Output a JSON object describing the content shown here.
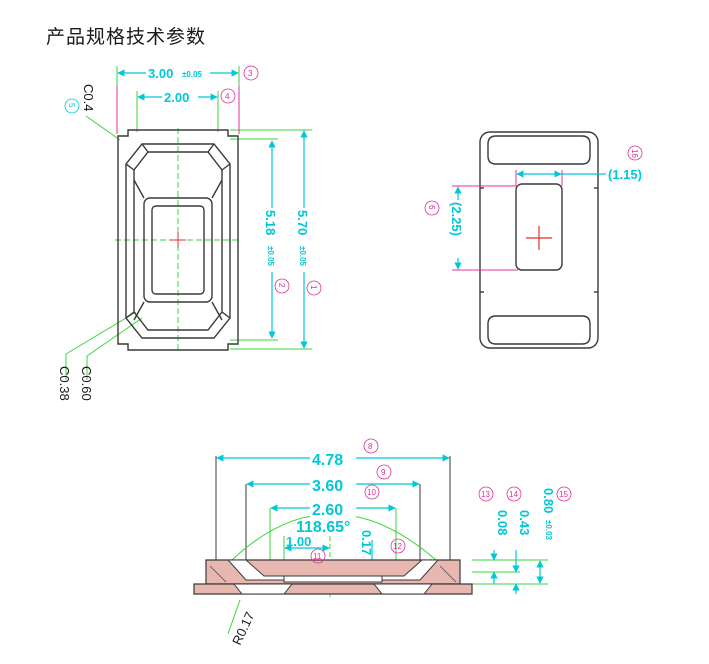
{
  "heading": "产品规格技术参数",
  "top_view": {
    "width_dim": "3.00",
    "width_tol": "±0.05",
    "width_ref": "3",
    "inner_width_dim": "2.00",
    "inner_width_ref": "4",
    "chamfer_top": "C0.4",
    "chamfer_top_ref": "5",
    "inner_height_dim": "5.18",
    "inner_height_tol": "±0.05",
    "inner_height_ref": "2",
    "height_dim": "5.70",
    "height_tol": "±0.05",
    "height_ref": "1",
    "chamfer_a": "C0.60",
    "chamfer_b": "C0.38"
  },
  "bottom_view": {
    "pad_height_dim": "(2.25)",
    "pad_height_ref": "6",
    "pad_width_dim": "(1.15)",
    "pad_width_ref": "16"
  },
  "side_view": {
    "dim_478": "4.78",
    "ref_478": "8",
    "dim_360": "3.60",
    "ref_360": "9",
    "dim_260": "2.60",
    "ref_260": "10",
    "angle": "118.65°",
    "dim_100": "1.00",
    "ref_100": "11",
    "dim_017": "0.17",
    "ref_017": "12",
    "dim_008": "0.08",
    "ref_008": "13",
    "dim_043": "0.43",
    "ref_043": "14",
    "dim_080": "0.80",
    "tol_080": "±0.03",
    "ref_080": "15",
    "radius": "R0.17"
  },
  "colors": {
    "dimension": "#00c8d8",
    "extension": "#3ad63a",
    "callout": "#e0309a",
    "outline": "#3a3a3a",
    "section_fill": "#e8b8b0",
    "center_mark": "#e03030"
  }
}
